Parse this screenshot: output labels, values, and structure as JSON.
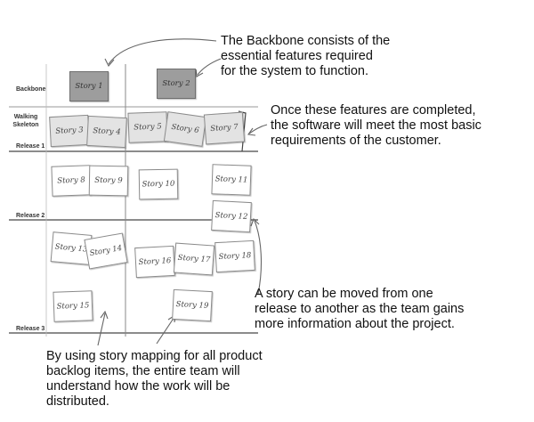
{
  "row_labels": {
    "backbone": "Backbone",
    "walking_skeleton": "Walking Skeleton",
    "release1": "Release 1",
    "release2": "Release 2",
    "release3": "Release 3"
  },
  "stories": {
    "s1": "Story 1",
    "s2": "Story 2",
    "s3": "Story 3",
    "s4": "Story 4",
    "s5": "Story 5",
    "s6": "Story 6",
    "s7": "Story 7",
    "s8": "Story 8",
    "s9": "Story 9",
    "s10": "Story 10",
    "s11": "Story 11",
    "s12": "Story 12",
    "s13": "Story 13",
    "s14": "Story 14",
    "s15": "Story 15",
    "s16": "Story 16",
    "s17": "Story 17",
    "s18": "Story 18",
    "s19": "Story 19"
  },
  "notes": {
    "backbone": [
      "The Backbone consists of the",
      "essential features required",
      "for the system to function."
    ],
    "walking_skeleton": [
      "Once these features are completed,",
      "the software will meet the most basic",
      "requirements of the customer."
    ],
    "moving": [
      "A story can be moved from one",
      "release to another as the team gains",
      "more information about the project."
    ],
    "mapping": [
      "By using story mapping for all product",
      "backlog items, the entire team will",
      "understand how the work will be",
      "distributed."
    ]
  }
}
